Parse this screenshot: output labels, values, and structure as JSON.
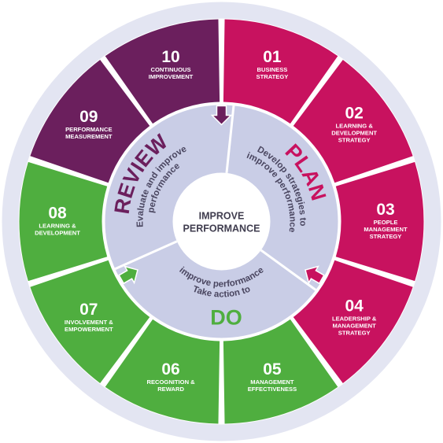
{
  "colors": {
    "plan": "#c8125f",
    "do": "#4fae3f",
    "review": "#6b1f5d",
    "inner_ring": "#c9cde6",
    "center": "#ffffff",
    "outer_ring": "#e3e5f2"
  },
  "center_label": [
    "IMPROVE",
    "PERFORMANCE"
  ],
  "phases": {
    "plan": {
      "title": "PLAN",
      "subtitle": [
        "Develop strategies to",
        "improve performance"
      ]
    },
    "do": {
      "title": "DO",
      "subtitle": [
        "Take action to",
        "improve performance"
      ]
    },
    "review": {
      "title": "REVIEW",
      "subtitle": [
        "Evaluate and improve",
        "performance"
      ]
    }
  },
  "segments": [
    {
      "number": "01",
      "label": [
        "BUSINESS",
        "STRATEGY"
      ],
      "phase": "plan"
    },
    {
      "number": "02",
      "label": [
        "LEARNING &",
        "DEVELOPMENT",
        "STRATEGY"
      ],
      "phase": "plan"
    },
    {
      "number": "03",
      "label": [
        "PEOPLE",
        "MANAGEMENT",
        "STRATEGY"
      ],
      "phase": "plan"
    },
    {
      "number": "04",
      "label": [
        "LEADERSHIP &",
        "MANAGEMENT",
        "STRATEGY"
      ],
      "phase": "plan"
    },
    {
      "number": "05",
      "label": [
        "MANAGEMENT",
        "EFFECTIVENESS"
      ],
      "phase": "do"
    },
    {
      "number": "06",
      "label": [
        "RECOGNITION &",
        "REWARD"
      ],
      "phase": "do"
    },
    {
      "number": "07",
      "label": [
        "INVOLVEMENT &",
        "EMPOWERMENT"
      ],
      "phase": "do"
    },
    {
      "number": "08",
      "label": [
        "LEARNING &",
        "DEVELOPMENT"
      ],
      "phase": "do"
    },
    {
      "number": "09",
      "label": [
        "PERFORMANCE",
        "MEASUREMENT"
      ],
      "phase": "review"
    },
    {
      "number": "10",
      "label": [
        "CONTINUOUS",
        "IMPROVEMENT"
      ],
      "phase": "review"
    }
  ],
  "arrows": [
    {
      "name": "review-to-plan-arrow",
      "phase": "review"
    },
    {
      "name": "plan-to-do-arrow",
      "phase": "plan"
    },
    {
      "name": "do-to-review-arrow",
      "phase": "do"
    }
  ]
}
